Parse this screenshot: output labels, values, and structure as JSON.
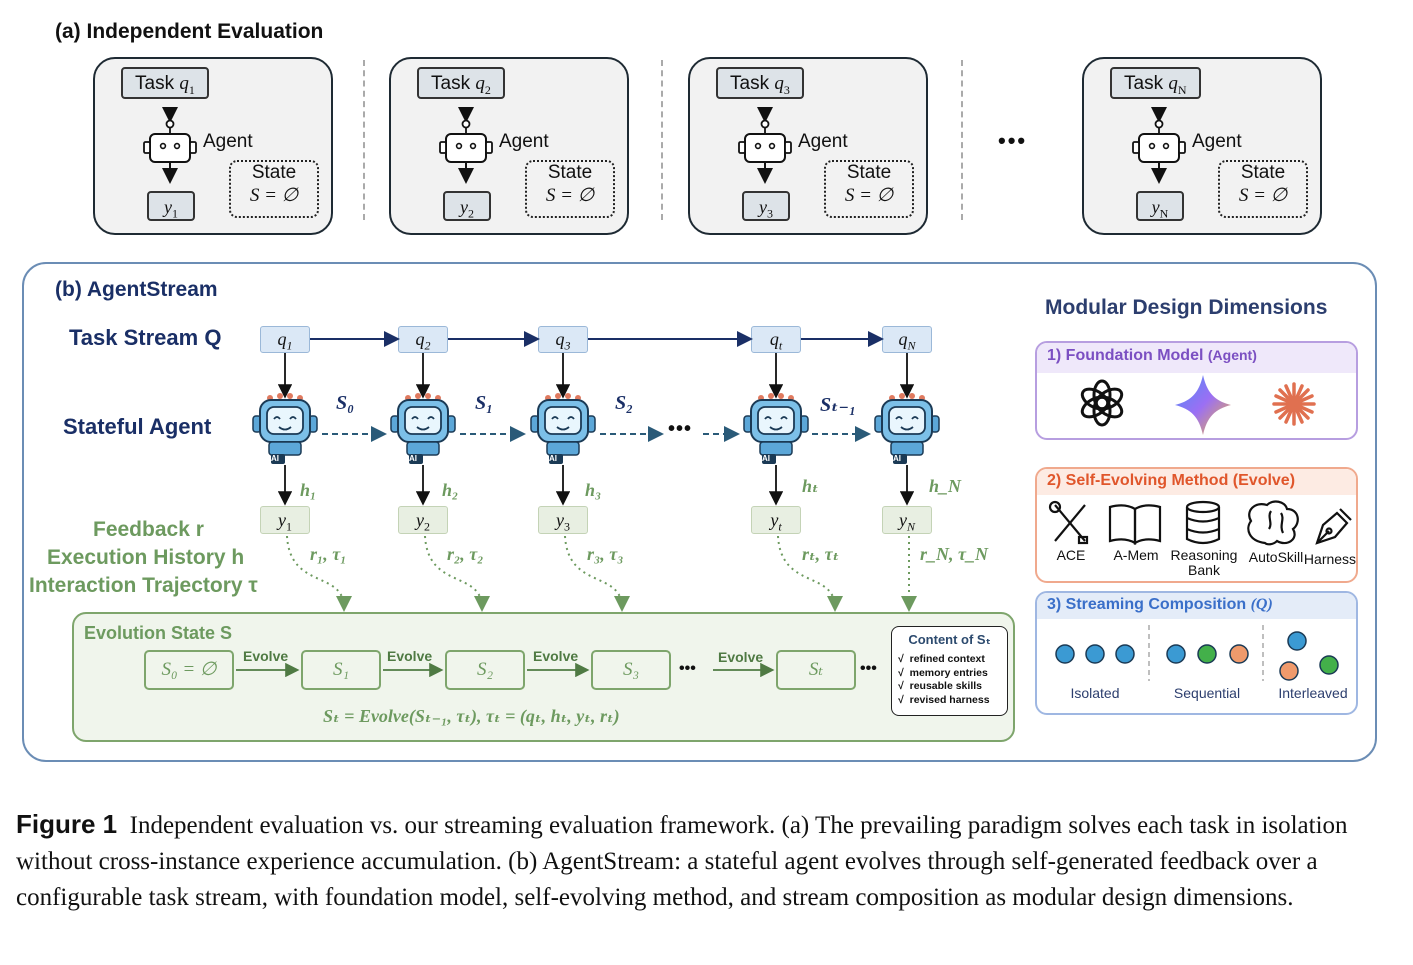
{
  "part_a": {
    "title": "(a) Independent Evaluation",
    "agent_label": "Agent",
    "state_label": "State",
    "state_value": "S = ∅",
    "ellipsis": "•••",
    "panels": [
      {
        "task_word": "Task",
        "task_var": "q",
        "task_sub": "1",
        "out_var": "y",
        "out_sub": "1"
      },
      {
        "task_word": "Task",
        "task_var": "q",
        "task_sub": "2",
        "out_var": "y",
        "out_sub": "2"
      },
      {
        "task_word": "Task",
        "task_var": "q",
        "task_sub": "3",
        "out_var": "y",
        "out_sub": "3"
      },
      {
        "task_word": "Task",
        "task_var": "q",
        "task_sub": "N",
        "out_var": "y",
        "out_sub": "N"
      }
    ]
  },
  "part_b": {
    "title": "(b) AgentStream",
    "task_stream_label": "Task Stream Q",
    "stateful_agent_label": "Stateful Agent",
    "feedback_label": "Feedback r",
    "history_label": "Execution History h",
    "trajectory_label": "Interaction Trajectory τ",
    "ai_badge": "AI",
    "ellipsis": "•••",
    "steps": [
      {
        "q": "q",
        "sub": "1",
        "h": "h₁",
        "y": "y",
        "r": "r₁, τ₁"
      },
      {
        "q": "q",
        "sub": "2",
        "h": "h₂",
        "y": "y",
        "r": "r₂, τ₂"
      },
      {
        "q": "q",
        "sub": "3",
        "h": "h₃",
        "y": "y",
        "r": "r₃, τ₃"
      },
      {
        "q": "q",
        "sub": "t",
        "h": "hₜ",
        "y": "y",
        "r": "rₜ, τₜ"
      },
      {
        "q": "q",
        "sub": "N",
        "h": "h_N",
        "y": "y",
        "r": "r_N, τ_N"
      }
    ],
    "state_transitions": [
      "S₀",
      "S₁",
      "S₂",
      "Sₜ₋₁"
    ],
    "evolution": {
      "title": "Evolution State S",
      "states": [
        "S₀ = ∅",
        "S₁",
        "S₂",
        "S₃",
        "Sₜ"
      ],
      "evolve_label": "Evolve",
      "formula": "Sₜ = Evolve(Sₜ₋₁, τₜ), τₜ = (qₜ, hₜ, yₜ, rₜ)",
      "content_title": "Content of Sₜ",
      "content_items": [
        "refined context",
        "memory entries",
        "reusable skills",
        "revised harness"
      ],
      "check": "√"
    }
  },
  "modular": {
    "title": "Modular Design Dimensions",
    "foundation": {
      "label": "1) Foundation Model",
      "suffix": "(Agent)",
      "color": "#7b4fc2"
    },
    "self_evolving": {
      "label": "2) Self-Evolving Method (Evolve)",
      "color": "#e0562b",
      "methods": [
        "ACE",
        "A-Mem",
        "Reasoning Bank",
        "AutoSkill",
        "Harness"
      ]
    },
    "streaming": {
      "label": "3) Streaming Composition",
      "suffix": "(Q)",
      "color": "#3a6fc9",
      "modes": [
        "Isolated",
        "Sequential",
        "Interleaved"
      ]
    }
  },
  "caption": {
    "label": "Figure 1",
    "text": "Independent evaluation vs. our streaming evaluation framework. (a) The prevailing paradigm solves each task in isolation without cross-instance experience accumulation. (b) AgentStream: a stateful agent evolves through self-generated feedback over a configurable task stream, with foundation model, self-evolving method, and stream composition as modular design dimensions."
  },
  "colors": {
    "navy": "#1a2f66",
    "green": "#6d9a5f",
    "blue_frame": "#6b8db5",
    "robot_body": "#7cc0e8",
    "dot_blue": "#3b9ad3",
    "dot_green": "#43b04a",
    "dot_orange": "#ef9a6c"
  }
}
